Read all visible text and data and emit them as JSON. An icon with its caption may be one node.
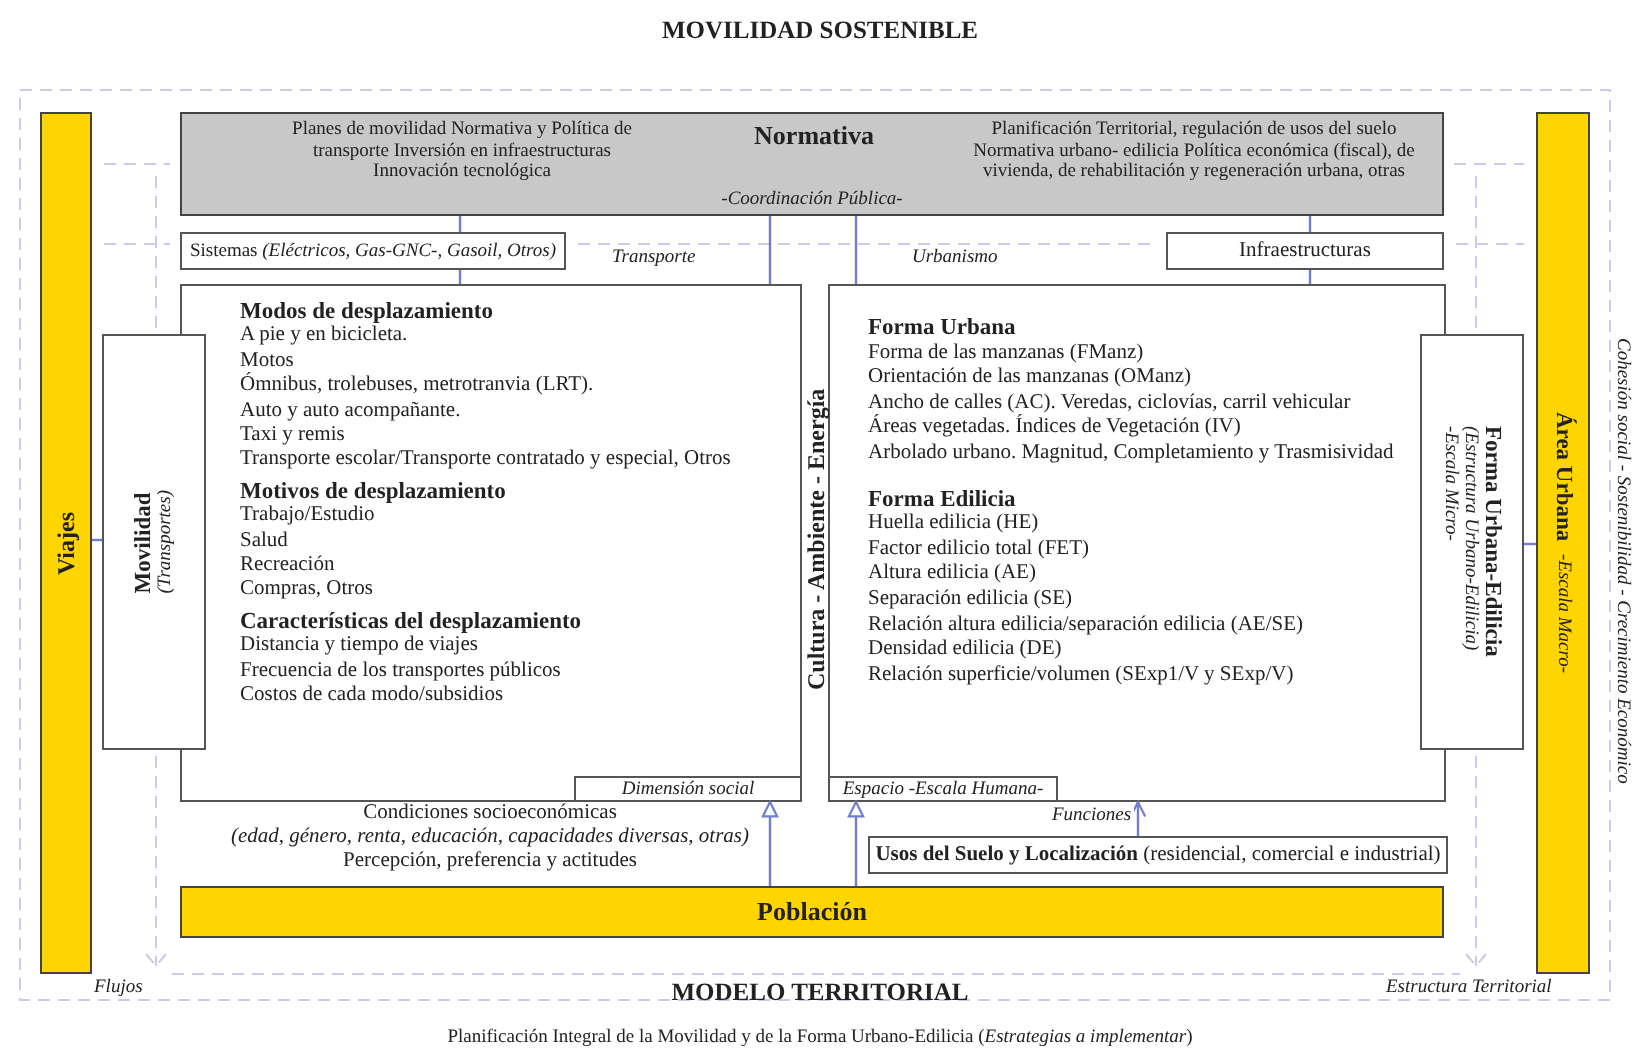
{
  "diagram": {
    "title": "MOVILIDAD SOSTENIBLE",
    "caption": "Planificación Integral de la Movilidad y de la Forma Urbano-Edilicia (*Estrategias a implementar*)",
    "nodes": [
      {
        "text": [
          "Viajes"
        ]
      },
      {
        "text": [
          "Planes de movilidad Normativa y Política de transporte Inversión en infraestructuras Innovación tecnológica",
          "Normativa",
          "Planificación Territorial, regulación de usos del suelo Normativa urbano- edilicia Política económica (fiscal), de vivienda, de rehabilitación y regeneración urbana, otras",
          "-Coordinación Pública-"
        ]
      },
      {
        "text": [
          "Sistemas *(Eléctricos, Gas-GNC-, Gasoil, Otros)*"
        ]
      },
      {
        "text": [
          "Infraestructuras"
        ]
      },
      {
        "text": [
          "Modos de desplazamiento",
          "A pie y en bicicleta.",
          "Motos",
          "Ómnibus, trolebuses, metrotranvia (LRT).",
          "Auto y auto acompañante.",
          "Taxi y remis",
          "Transporte escolar/Transporte contratado y especial, Otros",
          "Motivos de desplazamiento",
          "Trabajo/Estudio",
          "Salud",
          "Recreación",
          "Compras, Otros",
          "Características del desplazamiento",
          "Distancia y tiempo de viajes",
          "Frecuencia de los transportes públicos",
          "Costos de cada modo/subsidios"
        ]
      },
      {
        "text": [
          "Dimensión social"
        ],
        "in": 4
      },
      {
        "text": [
          "Movilidad",
          "(Transportes)"
        ]
      },
      {
        "text": [
          "Forma Urbana",
          "Forma de las manzanas (FManz)",
          "Orientación de las manzanas (OManz)",
          "Ancho de calles (AC). Veredas, ciclovías, carril vehicular",
          "Áreas vegetadas. Índices de Vegetación (IV)",
          "Arbolado urbano. Magnitud, Completamiento y Trasmisividad",
          "Forma Edilicia",
          "Huella edilicia (HE)",
          "Factor edilicio total (FET)",
          "Altura edilicia (AE)",
          "Separación edilicia (SE)",
          "Relación altura edilicia/separación edilicia (AE/SE)",
          "Densidad edilicia (DE)",
          "Relación superficie/volumen (SExp1/V y SExp/V)"
        ]
      },
      {
        "text": [
          "Espacio -Escala Humana-"
        ],
        "in": 7
      },
      {
        "text": [
          "Forma Urbana-Edilicia",
          "(Estructura Urbano-Edilicia)",
          "-Escala Micro-"
        ]
      },
      {
        "text": [
          "Área Urbana",
          "-Escala Macro-"
        ]
      },
      {
        "text": [
          "**Usos del Suelo y Localización** (residencial, comercial e industrial)"
        ]
      },
      {
        "text": [
          "Población"
        ]
      }
    ],
    "edges": [
      {
        "from": 1,
        "to": 2,
        "arrow": "none"
      },
      {
        "from": 2,
        "to": 4,
        "arrow": "none"
      },
      {
        "from": 1,
        "to": 4,
        "arrow": "none",
        "label": "Transporte"
      },
      {
        "from": 1,
        "to": 7,
        "arrow": "none",
        "label": "Urbanismo"
      },
      {
        "from": 1,
        "to": 3,
        "arrow": "none"
      },
      {
        "from": 3,
        "to": 7,
        "arrow": "none"
      },
      {
        "from": 0,
        "to": 6,
        "arrow": "none"
      },
      {
        "from": 10,
        "to": 9,
        "arrow": "none"
      },
      {
        "from": 12,
        "to": 4,
        "arrow": "to"
      },
      {
        "from": 12,
        "to": 7,
        "arrow": "to"
      },
      {
        "from": 11,
        "to": 7,
        "arrow": "to",
        "label": "Funciones"
      }
    ],
    "labels": [
      "Cultura - Ambiente - Energía",
      "Condiciones socioeconómicas",
      "(edad, género, renta, educación, capacidades diversas, otras)",
      "Percepción, preferencia y actitudes",
      "Flujos",
      "MODELO TERRITORIAL",
      "Estructura Territorial",
      "Cohesión social - Sostenibilidad - Crecimiento Económico"
    ]
  }
}
